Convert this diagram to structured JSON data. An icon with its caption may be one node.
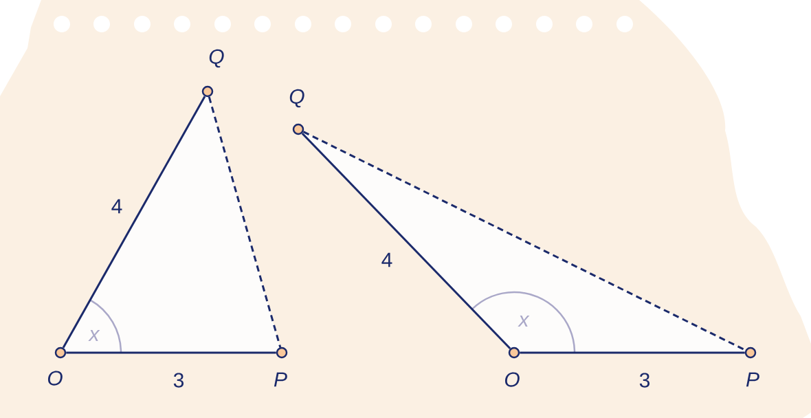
{
  "diagram": {
    "nodes": [
      {
        "text": [
          "Q"
        ]
      },
      {
        "text": [
          "O"
        ]
      },
      {
        "text": [
          "P"
        ]
      },
      {
        "text": [
          "Q"
        ]
      },
      {
        "text": [
          "O"
        ]
      },
      {
        "text": [
          "P"
        ]
      }
    ],
    "edges": [
      {
        "from": 1,
        "to": 0,
        "arrow": "none",
        "label": "4"
      },
      {
        "from": 1,
        "to": 2,
        "arrow": "none",
        "label": "3"
      },
      {
        "from": 0,
        "to": 2,
        "arrow": "none",
        "style": "dashed"
      },
      {
        "from": 4,
        "to": 3,
        "arrow": "none",
        "label": "4"
      },
      {
        "from": 4,
        "to": 5,
        "arrow": "none",
        "label": "3"
      },
      {
        "from": 3,
        "to": 5,
        "arrow": "none",
        "style": "dashed"
      }
    ],
    "labels": [
      "x",
      "x"
    ]
  }
}
